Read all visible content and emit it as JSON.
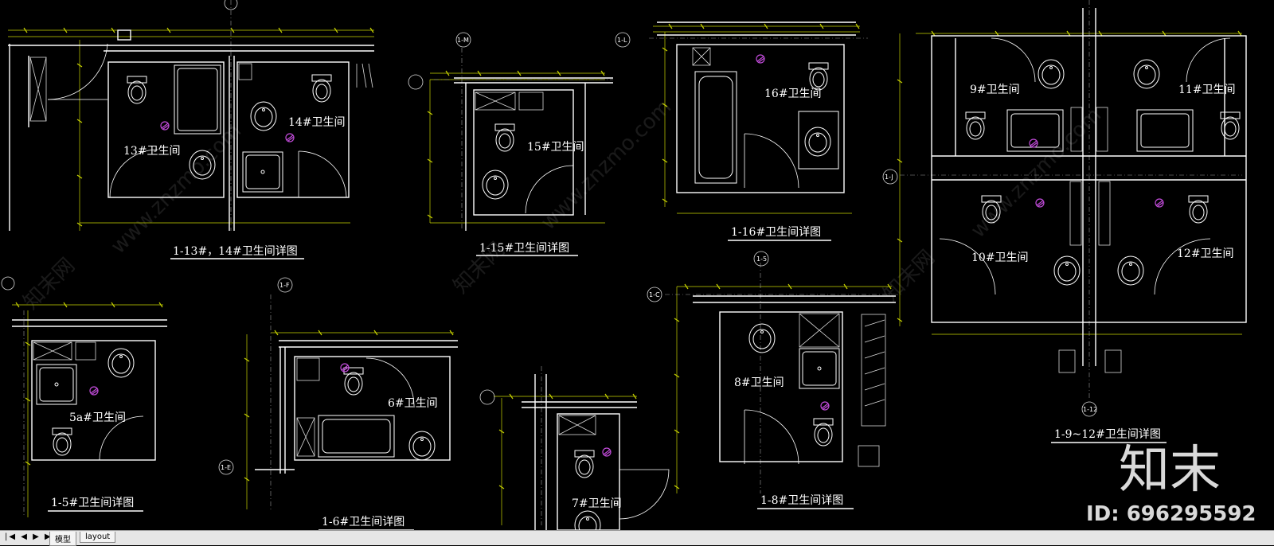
{
  "drawing": {
    "rooms": [
      {
        "id": "r13",
        "label": "13#卫生间"
      },
      {
        "id": "r14",
        "label": "14#卫生间"
      },
      {
        "id": "r15",
        "label": "15#卫生间"
      },
      {
        "id": "r16",
        "label": "16#卫生间"
      },
      {
        "id": "r9",
        "label": "9#卫生间"
      },
      {
        "id": "r11",
        "label": "11#卫生间"
      },
      {
        "id": "r10",
        "label": "10#卫生间"
      },
      {
        "id": "r12",
        "label": "12#卫生间"
      },
      {
        "id": "r5a",
        "label": "5a#卫生间"
      },
      {
        "id": "r6",
        "label": "6#卫生间"
      },
      {
        "id": "r7",
        "label": "7#卫生间"
      },
      {
        "id": "r8",
        "label": "8#卫生间"
      }
    ],
    "titles": [
      {
        "id": "t1314",
        "label": "1-13#，14#卫生间详图"
      },
      {
        "id": "t15",
        "label": "1-15#卫生间详图"
      },
      {
        "id": "t16",
        "label": "1-16#卫生间详图"
      },
      {
        "id": "t912",
        "label": "1-9~12#卫生间详图"
      },
      {
        "id": "t5",
        "label": "1-5#卫生间详图"
      },
      {
        "id": "t6",
        "label": "1-6#卫生间详图"
      },
      {
        "id": "t8",
        "label": "1-8#卫生间详图"
      }
    ],
    "grid_labels": [
      "1-M",
      "1-L",
      "1-J",
      "1-F",
      "1-E",
      "1-5",
      "1-C",
      "1-12"
    ]
  },
  "watermark": {
    "site": "www.znzmo.com",
    "brand_cn": "知末",
    "brand_small": "知末网",
    "id_text": "ID: 696295592"
  },
  "statusbar": {
    "nav": "|◀ ◀ ▶ ▶|",
    "tab_model": "模型",
    "tab_layout": "layout"
  },
  "colors": {
    "background": "#000000",
    "walls": "#ffffff",
    "dimensions": "#c9d400",
    "drain": "#c04bd8"
  }
}
